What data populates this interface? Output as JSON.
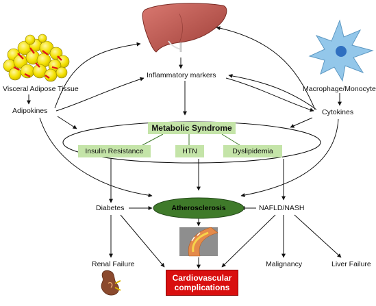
{
  "nodes": {
    "vat": "Visceral Adipose Tissue",
    "adipokines": "Adipokines",
    "inflammatory": "Inflammatory markers",
    "macrophage": "Macrophage/Monocyte",
    "cytokines": "Cytokines",
    "metabolic_syndrome": "Metabolic Syndrome",
    "insulin_resistance": "Insulin Resistance",
    "htn": "HTN",
    "dyslipidemia": "Dyslipidemia",
    "diabetes": "Diabetes",
    "atherosclerosis": "Atherosclerosis",
    "nafld": "NAFLD/NASH",
    "renal_failure": "Renal Failure",
    "malignancy": "Malignancy",
    "liver_failure": "Liver Failure",
    "cvd_line1": "Cardiovascular",
    "cvd_line2": "complications"
  },
  "colors": {
    "box_green": "#c4e4a8",
    "ellipse_green": "#3f7a2a",
    "cvd_red": "#d90f0f",
    "liver": "#b8524a",
    "fat_yellow": "#f4e100",
    "macrophage_blue": "#93c7ea"
  },
  "icons": [
    "liver-icon",
    "adipose-tissue-icon",
    "macrophage-icon",
    "artery-icon",
    "kidney-icon"
  ]
}
